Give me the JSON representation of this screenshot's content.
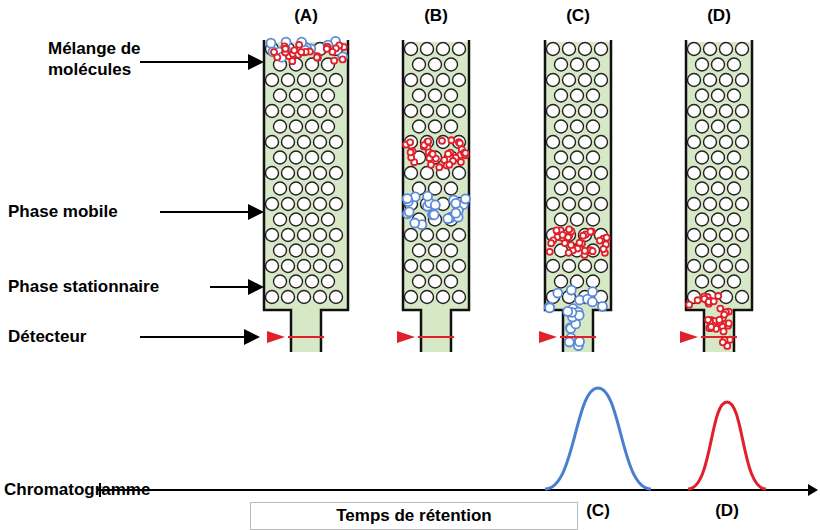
{
  "diagram": {
    "nodes": [
      {
        "text": [
          "Temps de rétention"
        ]
      }
    ],
    "labels": [
      "(A)",
      "(B)",
      "(C)",
      "(D)",
      "Mélange de molécules",
      "Phase mobile",
      "Phase stationnaire",
      "Détecteur",
      "Chromatogramme",
      "(C)",
      "(D)"
    ]
  }
}
